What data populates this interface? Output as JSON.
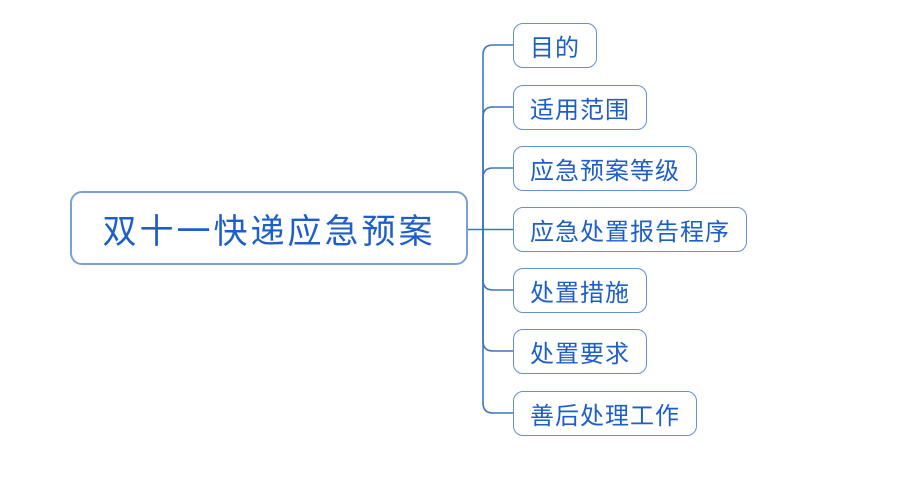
{
  "diagram": {
    "type": "mindmap",
    "root": {
      "label": "双十一快递应急预案"
    },
    "children": [
      {
        "label": "目的"
      },
      {
        "label": "适用范围"
      },
      {
        "label": "应急预案等级"
      },
      {
        "label": "应急处置报告程序"
      },
      {
        "label": "处置措施"
      },
      {
        "label": "处置要求"
      },
      {
        "label": "善后处理工作"
      }
    ],
    "colors": {
      "background": "#ffffff",
      "text": "#1d5fc8",
      "connector": "#3f74c4",
      "root_border": "#7aa0d8",
      "child_border": "#6590d2"
    }
  }
}
